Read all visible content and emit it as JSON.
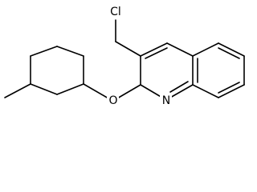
{
  "molecule": {
    "atoms": {
      "cl": "Cl",
      "o": "O",
      "n": "N"
    }
  }
}
